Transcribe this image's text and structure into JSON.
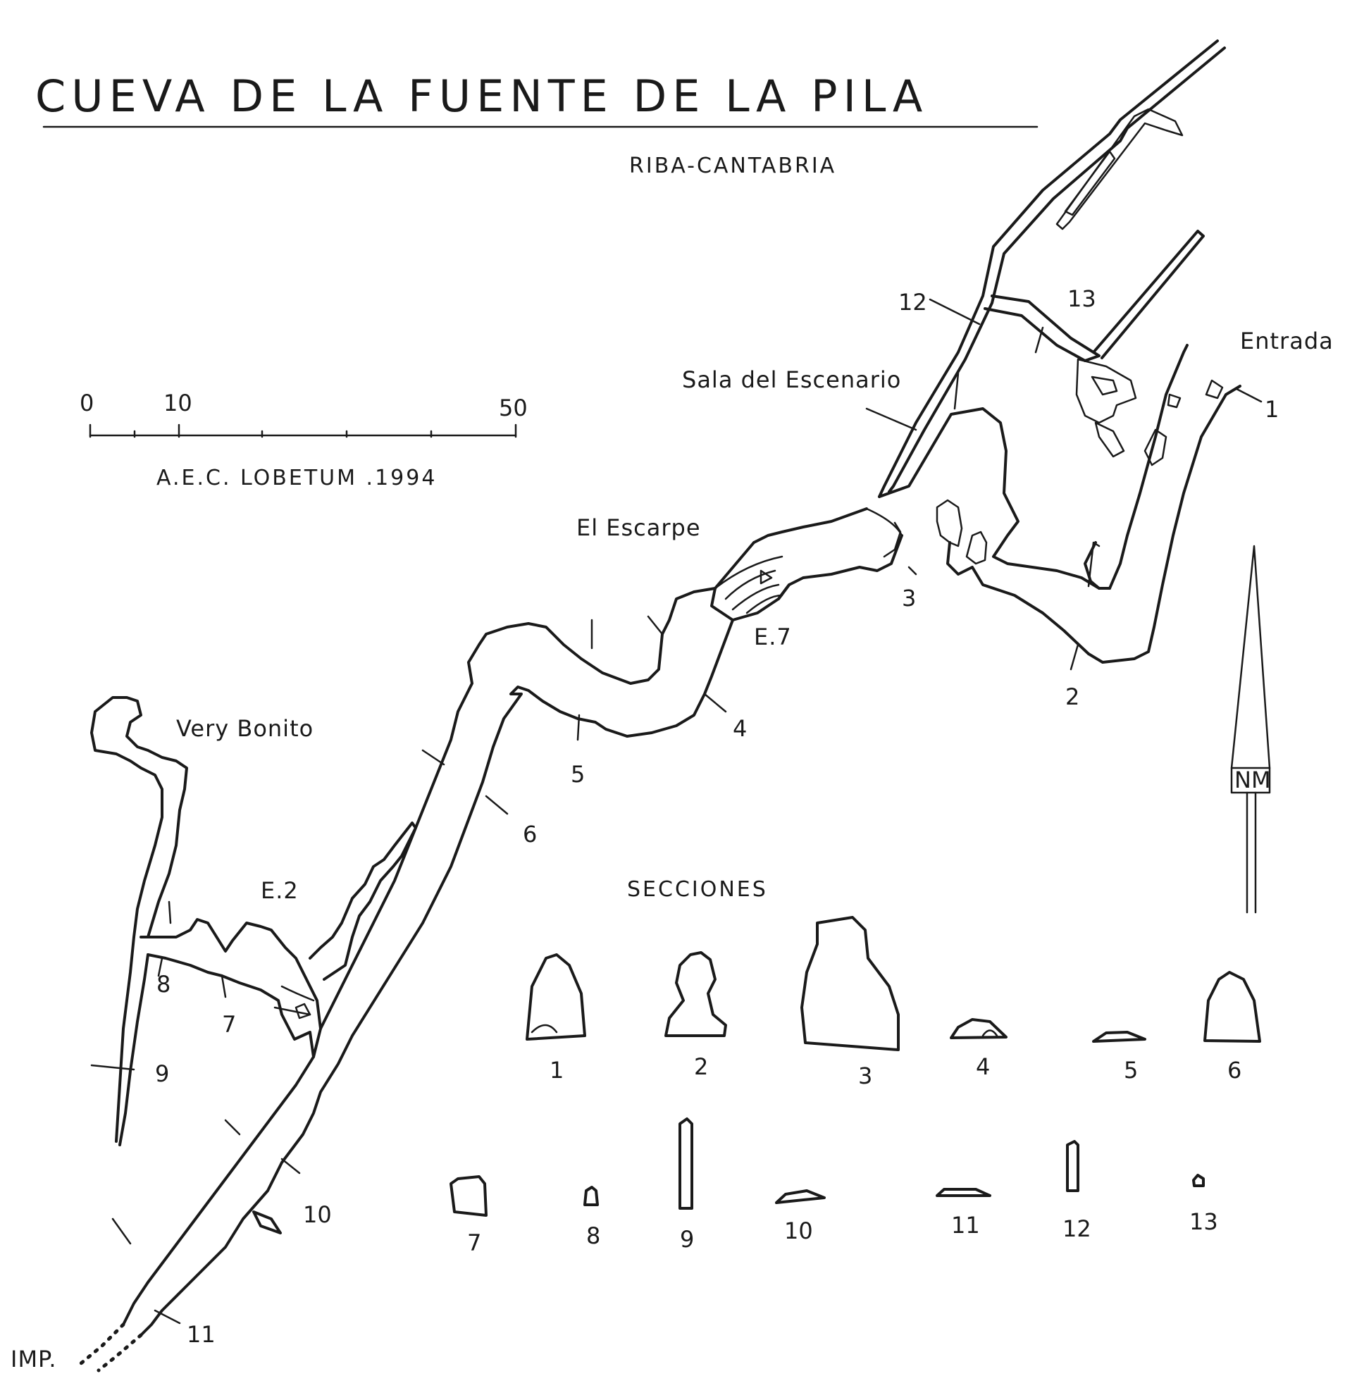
{
  "header": {
    "title": "CUEVA DE LA FUENTE DE LA PILA",
    "subtitle": "RIBA-CANTABRIA"
  },
  "scale_bar": {
    "ticks": [
      "0",
      "10",
      "50"
    ],
    "credit": "A.E.C. LOBETUM .1994"
  },
  "place_labels": {
    "entrada": "Entrada",
    "sala_escenario": "Sala del Escenario",
    "el_escarpe": "El Escarpe",
    "very_bonito": "Very Bonito",
    "e7": "E.7",
    "e2": "E.2",
    "imp": "IMP."
  },
  "section_markers": [
    "1",
    "2",
    "3",
    "4",
    "5",
    "6",
    "7",
    "8",
    "9",
    "10",
    "11",
    "12",
    "13"
  ],
  "north_arrow": {
    "label": "NM"
  },
  "sections": {
    "heading": "SECCIONES",
    "labels": [
      "1",
      "2",
      "3",
      "4",
      "5",
      "6",
      "7",
      "8",
      "9",
      "10",
      "11",
      "12",
      "13"
    ]
  }
}
